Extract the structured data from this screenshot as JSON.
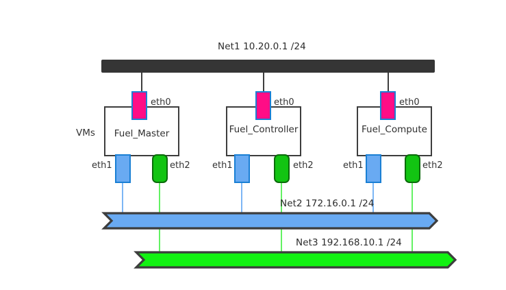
{
  "diagram": {
    "vms_group_label": "VMs",
    "networks": [
      {
        "id": "net1",
        "label": "Net1  10.20.0.1 /24",
        "name": "Net1",
        "cidr": "10.20.0.1 /24",
        "color": "#353535",
        "style": "bar"
      },
      {
        "id": "net2",
        "label": "Net2  172.16.0.1 /24",
        "name": "Net2",
        "cidr": "172.16.0.1 /24",
        "color": "#69aaf2",
        "style": "arrow"
      },
      {
        "id": "net3",
        "label": "Net3  192.168.10.1 /24",
        "name": "Net3",
        "cidr": "192.168.10.1 /24",
        "color": "#12f212",
        "style": "arrow"
      }
    ],
    "vms": [
      {
        "id": "fuel-master",
        "name": "Fuel_Master",
        "ports": {
          "eth0": "eth0",
          "eth1": "eth1",
          "eth2": "eth2"
        }
      },
      {
        "id": "fuel-controller",
        "name": "Fuel_Controller",
        "ports": {
          "eth0": "eth0",
          "eth1": "eth1",
          "eth2": "eth2"
        }
      },
      {
        "id": "fuel-compute",
        "name": "Fuel_Compute",
        "ports": {
          "eth0": "eth0",
          "eth1": "eth1",
          "eth2": "eth2"
        }
      }
    ],
    "colors": {
      "eth0_fill": "#ff0d86",
      "eth1_fill": "#69aaf2",
      "eth2_fill": "#12c412",
      "port_border_blue": "#1a7fd4",
      "port_border_green": "#0a6b0a",
      "net1_bar": "#353535",
      "net2_bus": "#69aaf2",
      "net3_bus": "#12f212",
      "outline": "#3d3d3d",
      "text": "#333333"
    }
  }
}
